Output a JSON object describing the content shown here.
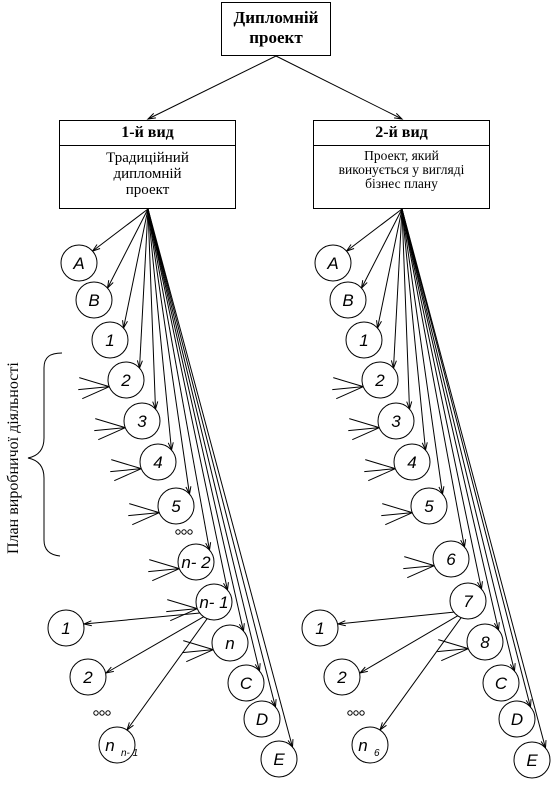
{
  "root": {
    "line1": "Дипломній",
    "line2": "проект"
  },
  "left": {
    "header": "1-й вид",
    "desc": [
      "Традиційний",
      "дипломній",
      "проект"
    ],
    "nodes": [
      "A",
      "B",
      "1",
      "2",
      "3",
      "4",
      "5",
      "n- 2",
      "n- 1",
      "n",
      "C",
      "D",
      "E"
    ],
    "sub_nodes": [
      "1",
      "2"
    ],
    "sub_last": {
      "base": "n",
      "sub": "n- 1"
    },
    "ellipsis": "ooo"
  },
  "right": {
    "header": "2-й вид",
    "desc": [
      "Проект, який",
      "виконується у вигляді",
      "бізнес плану"
    ],
    "nodes": [
      "A",
      "B",
      "1",
      "2",
      "3",
      "4",
      "5",
      "6",
      "7",
      "8",
      "C",
      "D",
      "E"
    ],
    "sub_nodes": [
      "1",
      "2"
    ],
    "sub_last": {
      "base": "n",
      "sub": "6"
    },
    "ellipsis": "ooo"
  },
  "side_label": "План виробничої діяльності",
  "colors": {
    "line": "#000000",
    "background": "#ffffff"
  }
}
